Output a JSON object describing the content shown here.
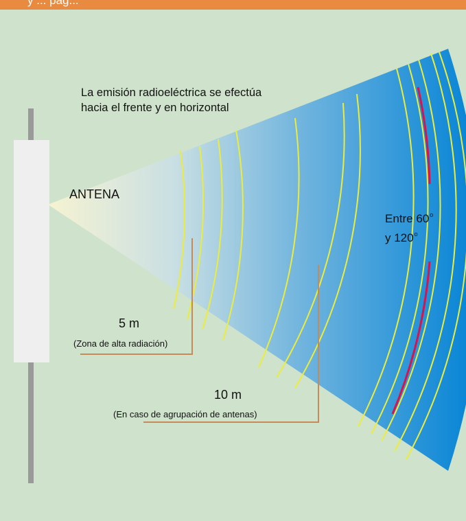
{
  "header": {
    "title": "y ... pag..."
  },
  "caption": "La emisión radioeléctrica se efectúa hacia el frente y en horizontal",
  "antenna_label": "ANTENA",
  "angle": {
    "line1": "Entre 60",
    "line2": "y 120",
    "unit": "o"
  },
  "distances": [
    {
      "value": "5 m",
      "note": "(Zona de alta radiación)"
    },
    {
      "value": "10 m",
      "note": "(En caso de agrupación de antenas)"
    }
  ],
  "colors": {
    "background": "#cfe3cc",
    "header_bar": "#e88a3f",
    "beam_near": "#f6f3d2",
    "beam_far": "#0a86d6",
    "wavefront": "#ecec3c",
    "pattern_arc": "#d6144e",
    "leader_line": "#c48a5a",
    "antenna_panel": "#efefef",
    "mast": "#9a9a9a"
  }
}
